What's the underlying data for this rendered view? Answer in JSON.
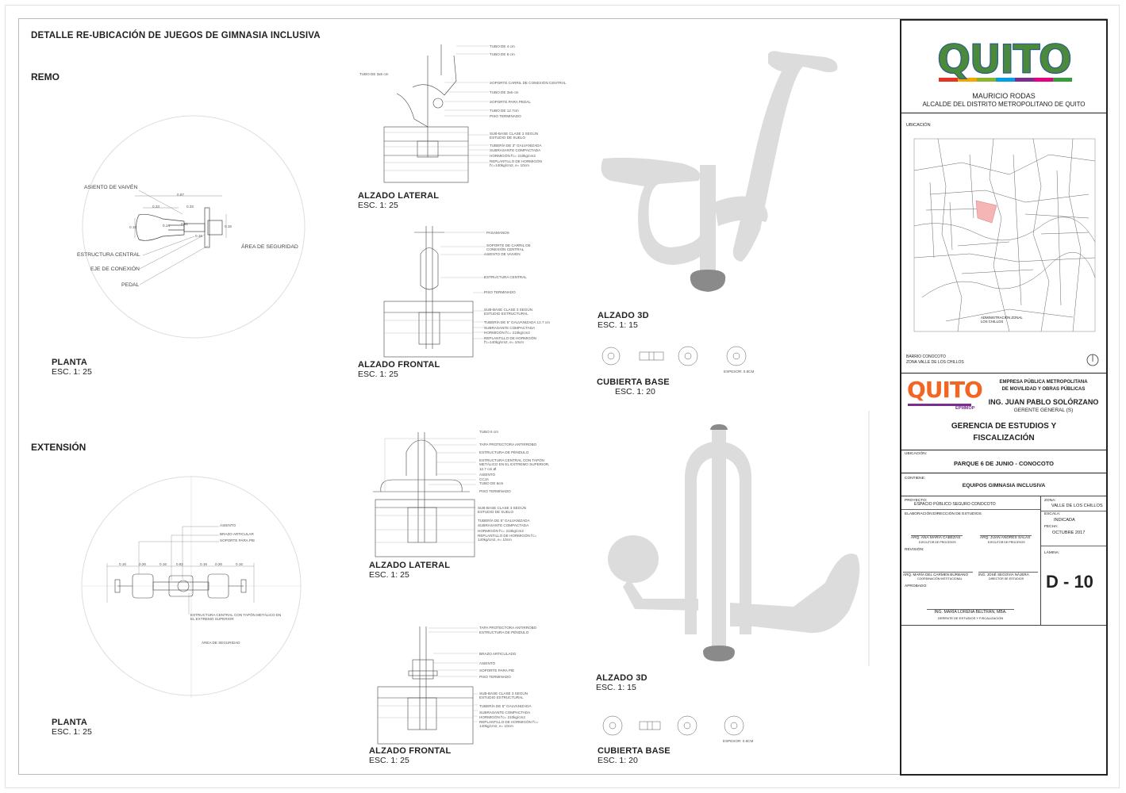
{
  "sheet": {
    "title": "DETALLE RE-UBICACIÓN DE JUEGOS DE GIMNASIA INCLUSIVA",
    "sections": {
      "remo": "REMO",
      "extension": "EXTENSIÓN"
    }
  },
  "remo": {
    "plan": {
      "title": "PLANTA",
      "scale": "ESC.  1: 25",
      "labels": [
        "ASIENTO DE VAIVÉN",
        "ESTRUCTURA CENTRAL",
        "EJE DE CONEXIÓN",
        "PEDAL",
        "ÁREA DE SEGURIDAD"
      ],
      "dims": [
        "0.87",
        "0.33",
        "0.33",
        "0.15",
        "0.14",
        "0.91",
        "0.15",
        "0.16"
      ]
    },
    "lateral": {
      "title": "ALZADO LATERAL",
      "scale": "ESC.  1: 25",
      "notes": [
        "TUBO DE 4 cm",
        "TUBO DE 6 cm",
        "TUBO DE 3x6 cm",
        "SOPORTE CARRIL DE CONEXIÓN CENTRAL",
        "TUBO DE 3x6 cm",
        "SOPORTE PARA PEDAL",
        "TUBO DE 12.7cm",
        "PISO TERMINADO",
        "SUB-BASE CLASE 3 SEGÚN ESTUDIO DE SUELO",
        "TUBERÍA DE 3\" GALVANIZADA",
        "SUBRASANTE COMPACTADA",
        "HORMIGÓN f'c= 210kg/cm2",
        "REPLANTILLO DE HORMIGÓN f'c=140kg/cm2, e= 10cm"
      ]
    },
    "frontal": {
      "title": "ALZADO FRONTAL",
      "scale": "ESC.  1: 25",
      "notes": [
        "PASAMANOS",
        "SOPORTE DE CARRIL DE CONEXIÓN CENTRAL",
        "ASIENTO DE VAIVÉN",
        "ESTRUCTURA CENTRAL",
        "PISO TERMINADO",
        "SUB-BASE CLASE 3 SEGÚN ESTUDIO ESTRUCTURAL",
        "TUBERÍA DE 5\" GALVANIZADA 12.7 cm",
        "SUBRASANTE COMPACTADA",
        "HORMIGÓN f'c= 210kg/cm2",
        "REPLANTILLO DE HORMIGÓN f'c=140kg/cm2, e= 10cm"
      ]
    },
    "view3d": {
      "title": "ALZADO 3D",
      "scale": "ESC.  1: 15"
    },
    "base": {
      "title": "CUBIERTA BASE",
      "scale": "ESC.  1: 20",
      "thickness": "ESPESOR: 0.8CM"
    }
  },
  "extension": {
    "plan": {
      "title": "PLANTA",
      "scale": "ESC.  1: 25",
      "labels": [
        "ASIENTO",
        "BRAZO ARTICULAR",
        "SOPORTE PARA PIE",
        "ESTRUCTURA CENTRAL CON TAPÓN METÁLICO EN EL EXTREMO SUPERIOR",
        "ÁREA DE SEGURIDAD"
      ],
      "dims": [
        "0.16",
        "0.26",
        "0.16",
        "0.82",
        "0.16",
        "0.26",
        "0.16"
      ]
    },
    "lateral": {
      "title": "ALZADO LATERAL",
      "scale": "ESC.  1: 25",
      "notes": [
        "TUBO 6 cm",
        "TAPA PROTECTORA ANTIRROBO",
        "ESTRUCTURA DE PÉNDULO",
        "ESTRUCTURA CENTRAL CON TAPÓN METÁLICO EN EL EXTREMO SUPERIOR, 12.7 cm Ø",
        "ASIENTO",
        "CCJA",
        "TUBO DE 6cm",
        "PISO TERMINADO",
        "SUB-BASE CLASE 3 SEGÚN ESTUDIO DE SUELO",
        "TUBERÍA DE 5\" GALVANIZADA",
        "SUBRASANTE COMPACTADA",
        "HORMIGÓN f'c= 210kg/cm2",
        "REPLANTILLO DE HORMIGÓN f'c= 140kg/cm2, e= 10cm"
      ]
    },
    "frontal": {
      "title": "ALZADO FRONTAL",
      "scale": "ESC.  1: 25",
      "notes": [
        "TAPA PROTECTORA ANTIRROBO",
        "ESTRUCTURA DE PÉNDULO",
        "BRAZO ARTICULADO",
        "ASIENTO",
        "SOPORTE PARA PIE",
        "PISO TERMINADO",
        "SUB-BASE CLASE 3 SEGÚN ESTUDIO ESTRUCTURAL",
        "TUBERÍA DE 5\" GALVANIZADA",
        "SUBRASANTE COMPACTADA",
        "HORMIGÓN f'c= 210kg/cm2",
        "REPLANTILLO DE HORMIGÓN f'c= 140kg/cm2, e= 10cm"
      ]
    },
    "view3d": {
      "title": "ALZADO 3D",
      "scale": "ESC.  1: 15"
    },
    "base": {
      "title": "CUBIERTA BASE",
      "scale": "ESC.  1: 20",
      "thickness": "ESPESOR: 0.8CM"
    }
  },
  "titleblock": {
    "logo_text": "QUITO",
    "mayor_name": "MAURICIO RODAS",
    "mayor_role": "ALCALDE DEL DISTRITO METROPOLITANO DE QUITO",
    "location_label": "UBICACIÓN",
    "map_label": "ADMINISTRACIÓN ZONAL LOS CHILLOS",
    "barrio": "BARRIO CONOCOTO",
    "zona_map": "ZONA VALLE DE LOS CHILLOS",
    "epmmop_logo": "QUITO",
    "epmmop_sub": "EPMMOP",
    "company_line1": "EMPRESA PÚBLICA METROPOLITANA",
    "company_line2": "DE MOVILIDAD Y OBRAS PÚBLICAS",
    "manager_name": "ING. JUAN PABLO SOLÓRZANO",
    "manager_role": "GERENTE GENERAL (S)",
    "dept_line1": "GERENCIA DE ESTUDIOS Y",
    "dept_line2": "FISCALIZACIÓN",
    "ubicacion_label": "UBICACIÓN:",
    "ubicacion_value": "PARQUE 6 DE JUNIO - CONOCOTO",
    "contiene_label": "CONTIENE:",
    "contiene_value": "EQUIPOS GIMNASIA INCLUSIVA",
    "proyecto_label": "PROYECTO:",
    "proyecto_value": "ESPACIO PÚBLICO SEGURO CONOCOTO",
    "zona_label": "ZONA:",
    "zona_value": "VALLE DE LOS CHILLOS",
    "elaboracion_label": "ELABORACIÓN:",
    "elaboracion_value": "DIRECCIÓN DE ESTUDIOS",
    "escala_label": "ESCALA:",
    "escala_value": "INDICADA",
    "fecha_label": "FECHA:",
    "fecha_value": "OCTUBRE  2017",
    "sign1_name": "ARQ. ANA MARÍA CABEZAS",
    "sign1_role": "EJECUTOR DE PROCESOS",
    "sign2_name": "ARQ. JUAN ANDRÉS SALAS",
    "sign2_role": "EJECUTOR DE PROCESOS",
    "revision_label": "REVISIÓN:",
    "sign3_name": "ARQ. MARÍA DEL CARMEN BURBANO",
    "sign3_role": "COORDINACIÓN INSTITUCIONAL",
    "sign4_name": "ING. JOSÉ SEGOVIA NÁJERA",
    "sign4_role": "DIRECTOR DE ESTUDIOS",
    "aprobado_label": "APROBADO:",
    "sign5_name": "ING. MARÍA LORENA BELTRÁN, MBA.",
    "sign5_role": "GERENTE DE ESTUDIOS Y FISCALIZACIÓN",
    "lamina_label": "LÁMINA:",
    "lamina_value": "D - 10"
  },
  "colors": {
    "equipment_gray": "#dcdcdc",
    "base_dark": "#8a8a8a",
    "map_highlight": "#f5b5b5",
    "quito_orange": "#f26522",
    "quito_purple": "#7a2f8f"
  }
}
